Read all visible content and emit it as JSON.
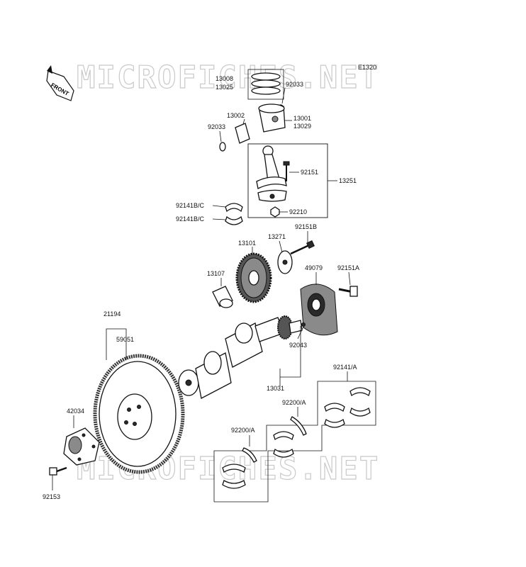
{
  "diagram_code": "E1320",
  "watermark": "MICROFICHES.NET",
  "front_label": "FRONT",
  "parts": {
    "p13008": "13008",
    "p13025": "13025",
    "p92033a": "92033",
    "p13002": "13002",
    "p13001": "13001",
    "p13029": "13029",
    "p92033b": "92033",
    "p92151": "92151",
    "p13251": "13251",
    "p92141bc_a": "92141B/C",
    "p92141bc_b": "92141B/C",
    "p92210": "92210",
    "p92151b": "92151B",
    "p13271": "13271",
    "p13101": "13101",
    "p13107": "13107",
    "p49079": "49079",
    "p92151a": "92151A",
    "p21194": "21194",
    "p59051": "59051",
    "p92043": "92043",
    "p13031": "13031",
    "p92141a": "92141/A",
    "p92200a_a": "92200/A",
    "p42034": "42034",
    "p92200a_b": "92200/A",
    "p92153": "92153"
  }
}
